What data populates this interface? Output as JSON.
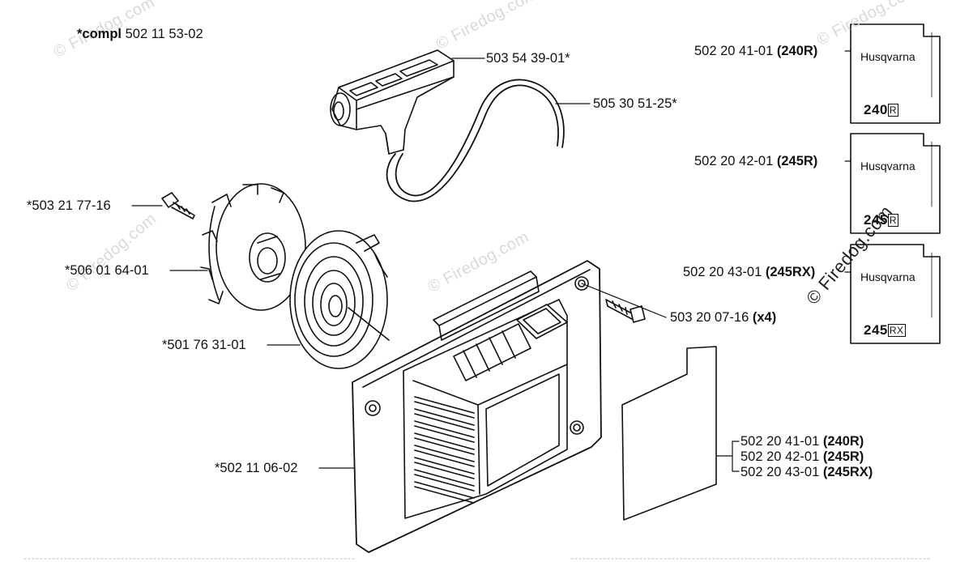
{
  "title": {
    "prefix": "*compl",
    "part": "502 11 53-02"
  },
  "labels": {
    "handle": "503 54 39-01*",
    "rope": "505 30 51-25*",
    "screw_pulley": "*503 21 77-16",
    "pawl_pulley": "*506 01 64-01",
    "spring": "*501 76 31-01",
    "housing": "*502 11 06-02",
    "screw_housing": {
      "part": "503 20 07-16",
      "qty": "(x4)"
    }
  },
  "decal_labels": [
    {
      "part": "502 20 41-01",
      "model": "(240R)"
    },
    {
      "part": "502 20 42-01",
      "model": "(245R)"
    },
    {
      "part": "502 20 43-01",
      "model": "(245RX)"
    }
  ],
  "decals": [
    {
      "brand": "Husqvarna",
      "model_main": "240",
      "model_suffix": "R"
    },
    {
      "brand": "Husqvarna",
      "model_main": "245",
      "model_suffix": "R"
    },
    {
      "brand": "Husqvarna",
      "model_main": "245",
      "model_suffix": "RX"
    }
  ],
  "plate_labels": [
    {
      "part": "502 20 41-01",
      "model": "(240R)"
    },
    {
      "part": "502 20 42-01",
      "model": "(245R)"
    },
    {
      "part": "502 20 43-01",
      "model": "(245RX)"
    }
  ],
  "watermark": {
    "text": "Firedog.com",
    "copyright_text": "© Firedog.com"
  }
}
